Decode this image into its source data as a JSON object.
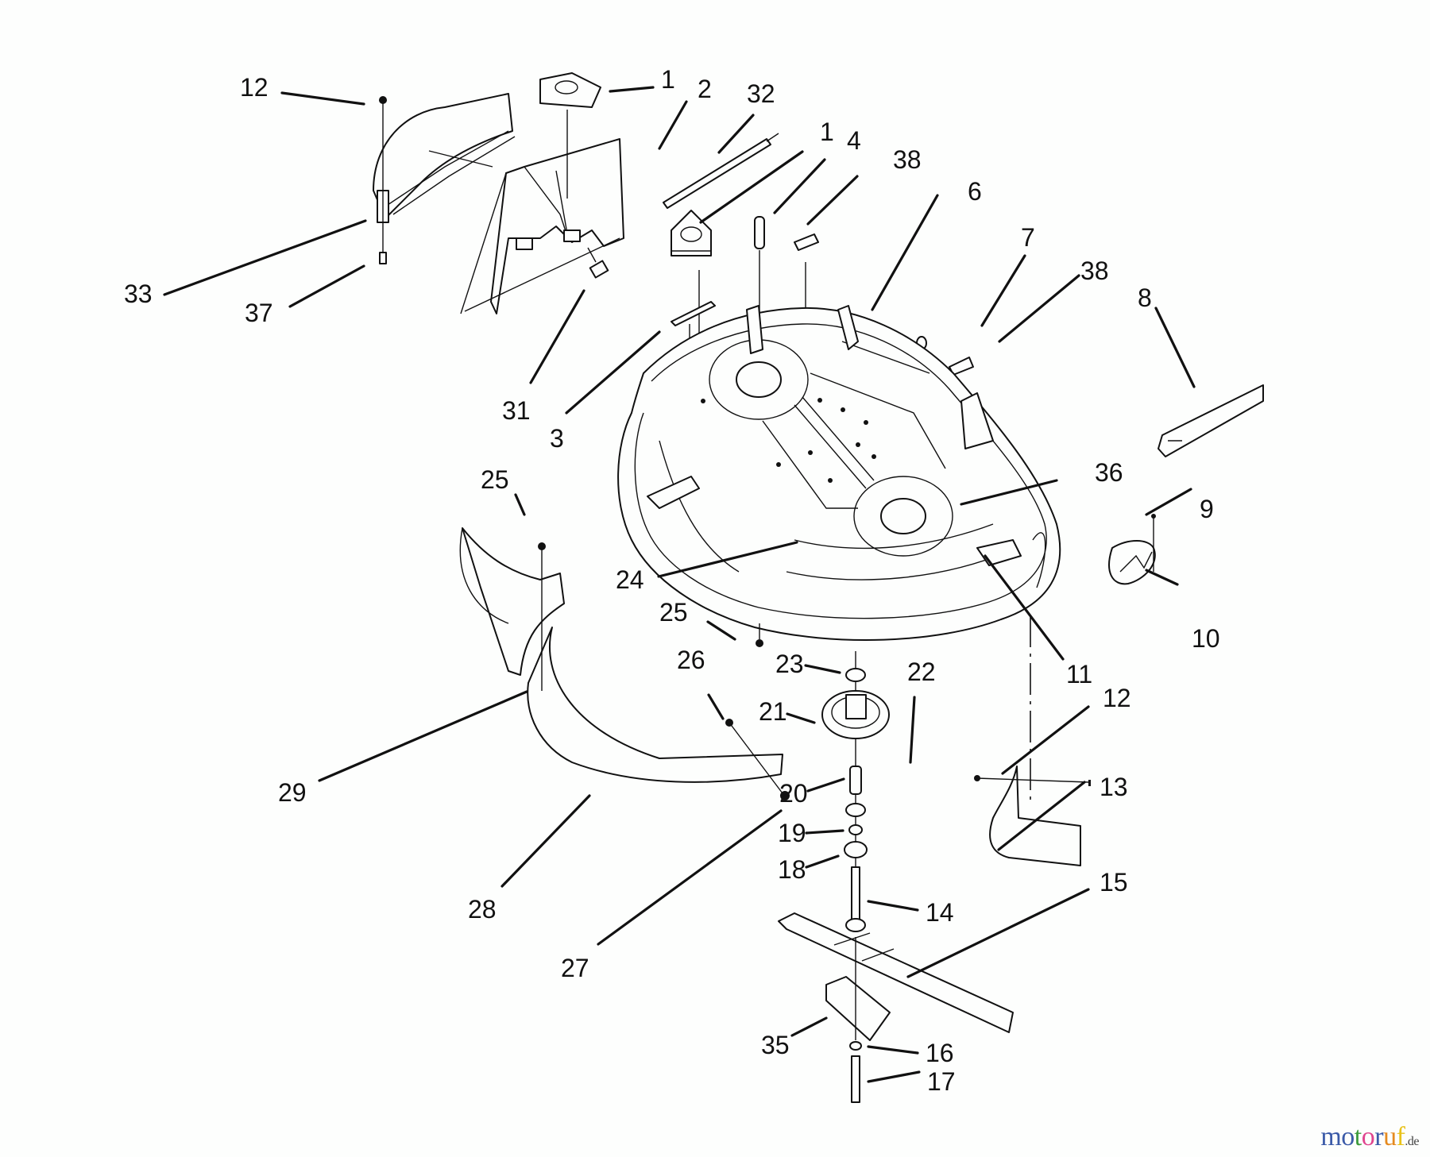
{
  "diagram": {
    "title": "Mower deck exploded parts view",
    "callouts": {
      "c1a": "1",
      "c2": "2",
      "c32": "32",
      "c1b": "1",
      "c4": "4",
      "c38a": "38",
      "c6": "6",
      "c7": "7",
      "c38b": "38",
      "c8": "8",
      "c12a": "12",
      "c33": "33",
      "c37": "37",
      "c31": "31",
      "c3": "3",
      "c36": "36",
      "c9": "9",
      "c10": "10",
      "c11": "11",
      "c25a": "25",
      "c24": "24",
      "c25b": "25",
      "c26": "26",
      "c23": "23",
      "c22": "22",
      "c21": "21",
      "c12b": "12",
      "c29": "29",
      "c20": "20",
      "c13": "13",
      "c19": "19",
      "c18": "18",
      "c14": "14",
      "c15": "15",
      "c28": "28",
      "c27": "27",
      "c35": "35",
      "c16": "16",
      "c17": "17"
    }
  },
  "watermark": {
    "text_letters": [
      "m",
      "o",
      "t",
      "o",
      "r",
      "u",
      "f"
    ],
    "letter_colors": [
      "#3b5aa8",
      "#3b5aa8",
      "#3c9a3c",
      "#e0458e",
      "#3b5aa8",
      "#e58a1f",
      "#e8c21a"
    ],
    "tld": ".de"
  }
}
